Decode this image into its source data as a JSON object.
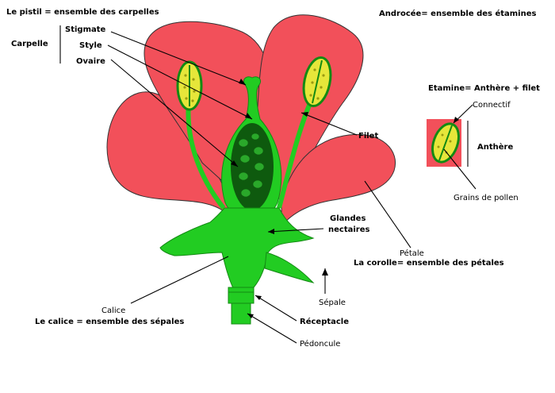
{
  "labels": {
    "pistil": "Le pistil = ensemble des carpelles",
    "carpelle": "Carpelle",
    "stigmate": "Stigmate",
    "style": "Style",
    "ovaire": "Ovaire",
    "androcee": "Androcée= ensemble des étamines",
    "etamine": "Etamine= Anthère + filet",
    "connectif": "Connectif",
    "anthere": "Anthère",
    "grains": "Grains de pollen",
    "filet": "Filet",
    "glandes1": "Glandes",
    "glandes2": "nectaires",
    "petale": "Pétale",
    "corolle": "La corolle= ensemble des pétales",
    "sepale": "Sépale",
    "calice": "Calice",
    "calice_def": "Le calice = ensemble des sépales",
    "receptacle": "Réceptacle",
    "pedoncule": "Pédoncule"
  },
  "colors": {
    "petal": "#f2505a",
    "green": "#22cc22",
    "dark_green": "#138a13",
    "ovary": "#0e5a0e",
    "ovule": "#2aa82a",
    "anther": "#e6e63a",
    "pollen": "#9a9a10"
  }
}
